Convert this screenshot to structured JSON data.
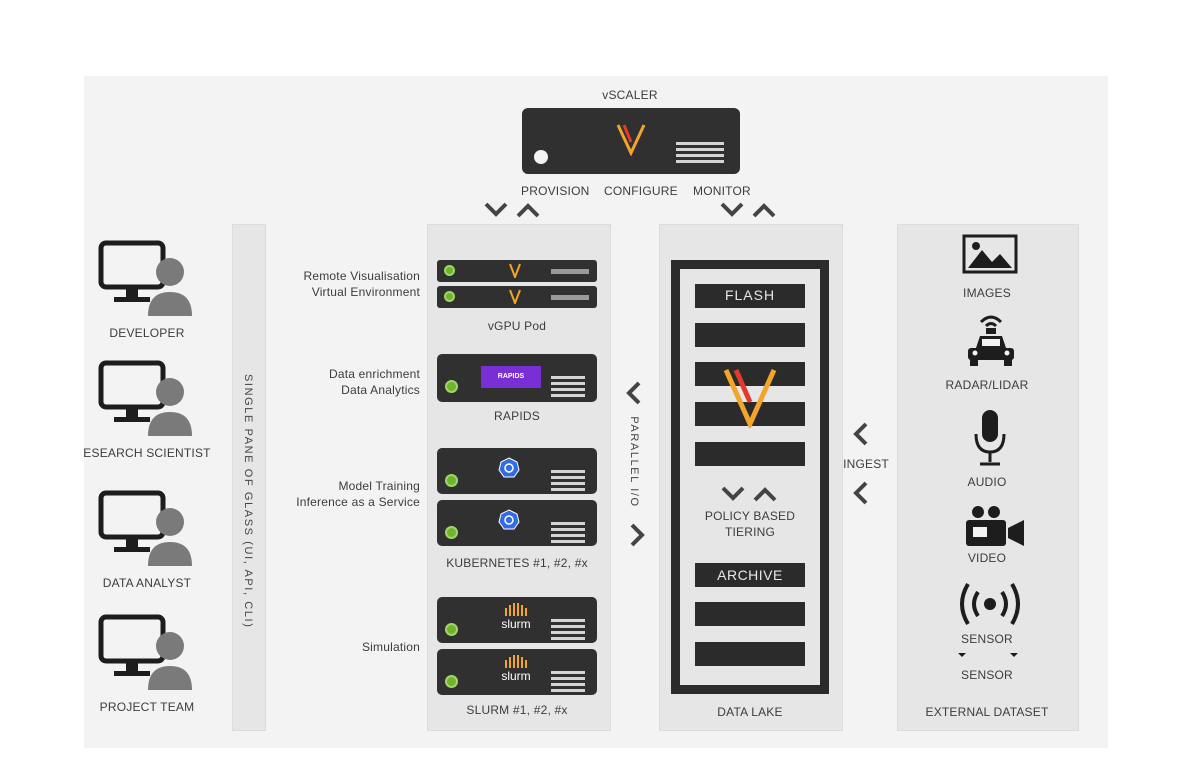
{
  "vscaler": {
    "title": "vSCALER",
    "actions": [
      "PROVISION",
      "CONFIGURE",
      "MONITOR"
    ]
  },
  "users": [
    "DEVELOPER",
    "ESEARCH SCIENTIST",
    "DATA ANALYST",
    "PROJECT TEAM"
  ],
  "single_pane_label": "SINGLE PANE OF GLASS (UI, API, CLI)",
  "compute": {
    "groups": [
      {
        "desc": [
          "Remote Visualisation",
          "Virtual Environment"
        ],
        "label": "vGPU Pod"
      },
      {
        "desc": [
          "Data enrichment",
          "Data Analytics"
        ],
        "label": "RAPIDS",
        "badge": "RAPIDS"
      },
      {
        "desc": [
          "Model Training",
          "Inference as a Service"
        ],
        "label": "KUBERNETES #1, #2, #x"
      },
      {
        "desc": [
          "Simulation"
        ],
        "label": "SLURM #1, #2, #x",
        "badge": "slurm"
      }
    ]
  },
  "parallel_io_label": "PARALLEL I/O",
  "data_lake": {
    "label": "DATA LAKE",
    "flash": "FLASH",
    "archive": "ARCHIVE",
    "tiering": [
      "POLICY BASED",
      "TIERING"
    ]
  },
  "ingest_label": "INGEST",
  "external": {
    "label": "EXTERNAL DATASET",
    "items": [
      "IMAGES",
      "RADAR/LIDAR",
      "AUDIO",
      "VIDEO",
      "SENSOR",
      "SENSOR"
    ]
  },
  "colors": {
    "server": "#303030",
    "led": "#6fb52c",
    "accent_orange": "#f2a52a",
    "accent_red": "#e23b2e",
    "rapids_purple": "#7a2fd6",
    "k8s_blue": "#326ce5"
  }
}
